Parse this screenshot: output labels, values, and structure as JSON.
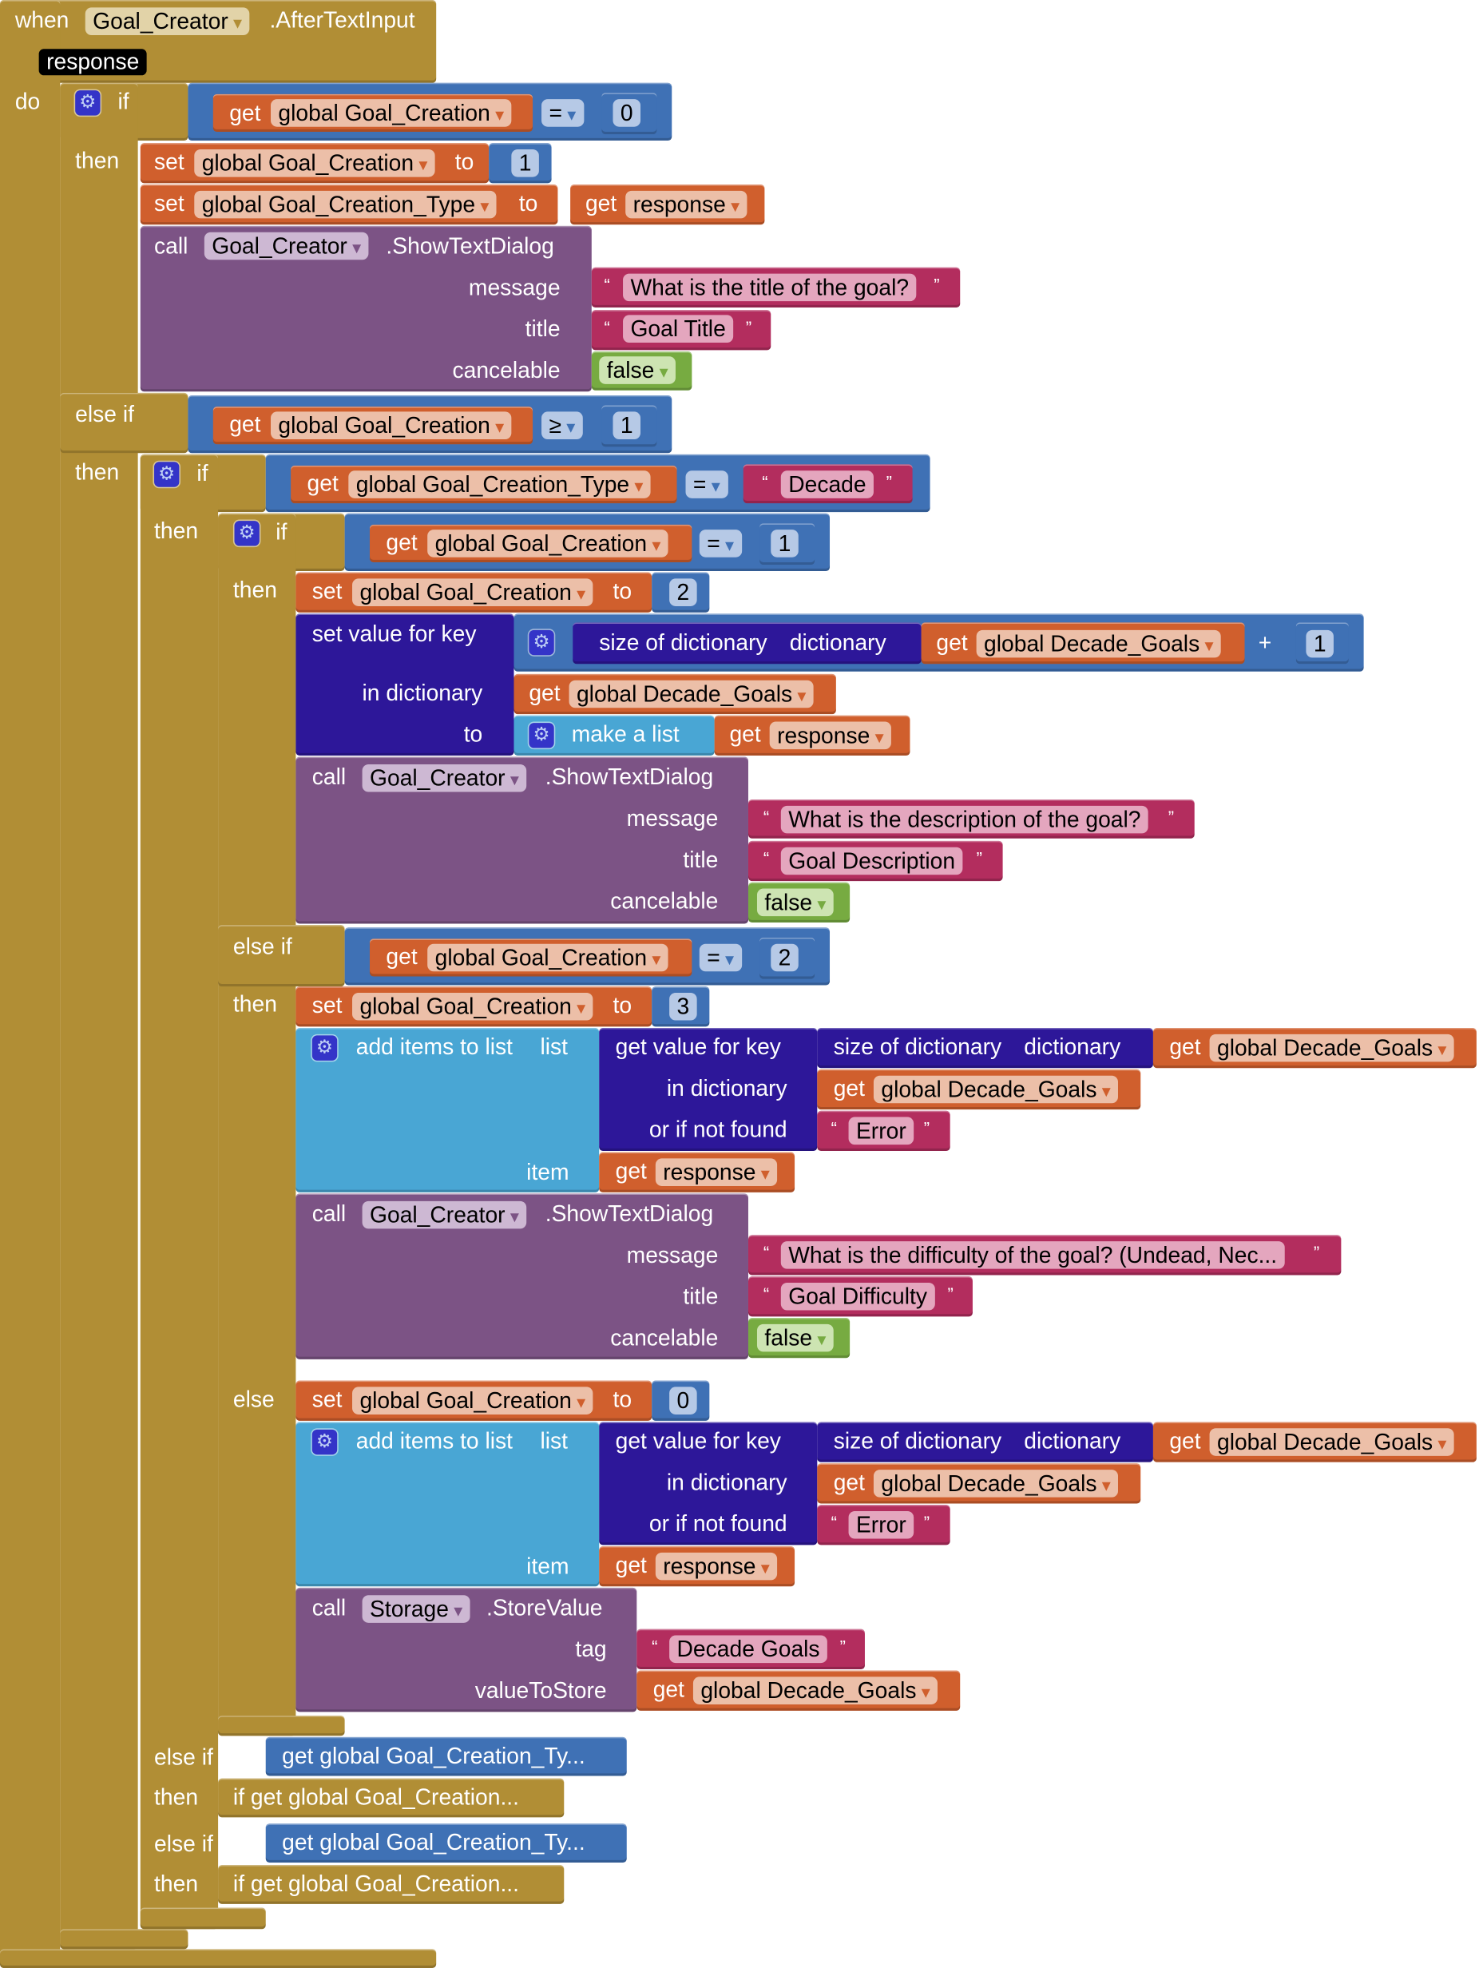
{
  "kw": {
    "when": "when",
    "do": "do",
    "if": "if",
    "then": "then",
    "else_if": "else if",
    "else": "else",
    "set": "set",
    "to": "to",
    "get": "get",
    "call": "call",
    "message": "message",
    "title": "title",
    "cancelable": "cancelable",
    "set_value_for_key": "set value for key",
    "in_dictionary": "in dictionary",
    "size_of_dictionary": "size of dictionary",
    "dictionary": "dictionary",
    "make_a_list": "make a list",
    "add_items_to_list": "add items to list",
    "list": "list",
    "item": "item",
    "get_value_for_key": "get value for key",
    "or_if_not_found": "or if not found",
    "tag": "tag",
    "value_to_store": "valueToStore",
    "plus": "+",
    "open_quote": "“",
    "close_quote": "”",
    "dropdown_arrow": "▾"
  },
  "event": {
    "component": "Goal_Creator",
    "name": ".AfterTextInput",
    "param": "response"
  },
  "vars": {
    "goal_creation": "global Goal_Creation",
    "goal_creation_type": "global Goal_Creation_Type",
    "decade_goals": "global Decade_Goals",
    "response": "response"
  },
  "ops": {
    "eq": "=",
    "gte": "≥"
  },
  "components": {
    "goal_creator": "Goal_Creator",
    "show_text_dialog": ".ShowTextDialog",
    "storage": "Storage",
    "store_value": ".StoreValue"
  },
  "numbers": {
    "if1_cmp": "0",
    "set1": "1",
    "elseif1_cmp": "1",
    "if3_cmp": "1",
    "setA": "2",
    "plus_one": "1",
    "elseif3_cmp": "2",
    "setB": "3",
    "setC": "0"
  },
  "strings": {
    "decade": "Decade",
    "msg1": "What is the title of the goal?",
    "title1": "Goal Title",
    "msg2": "What is the description of the goal?",
    "title2": "Goal Description",
    "msg3": "What is the difficulty of the goal? (Undead, Nec...",
    "title3": "Goal Difficulty",
    "error": "Error",
    "tag": "Decade Goals",
    "false": "false"
  },
  "collapsed": {
    "cond1": "get global Goal_Creation_Ty...",
    "body1": "if get global Goal_Creation...",
    "cond2": "get global Goal_Creation_Ty...",
    "body2": "if get global Goal_Creation..."
  },
  "colors": {
    "control": "#B18E35",
    "variable": "#D05F2D",
    "logic": "#3F71B5",
    "procedure": "#7C5385",
    "text": "#B32D5E",
    "boolean": "#77AB41",
    "dictionary": "#2D1799",
    "list": "#49A6D4"
  }
}
